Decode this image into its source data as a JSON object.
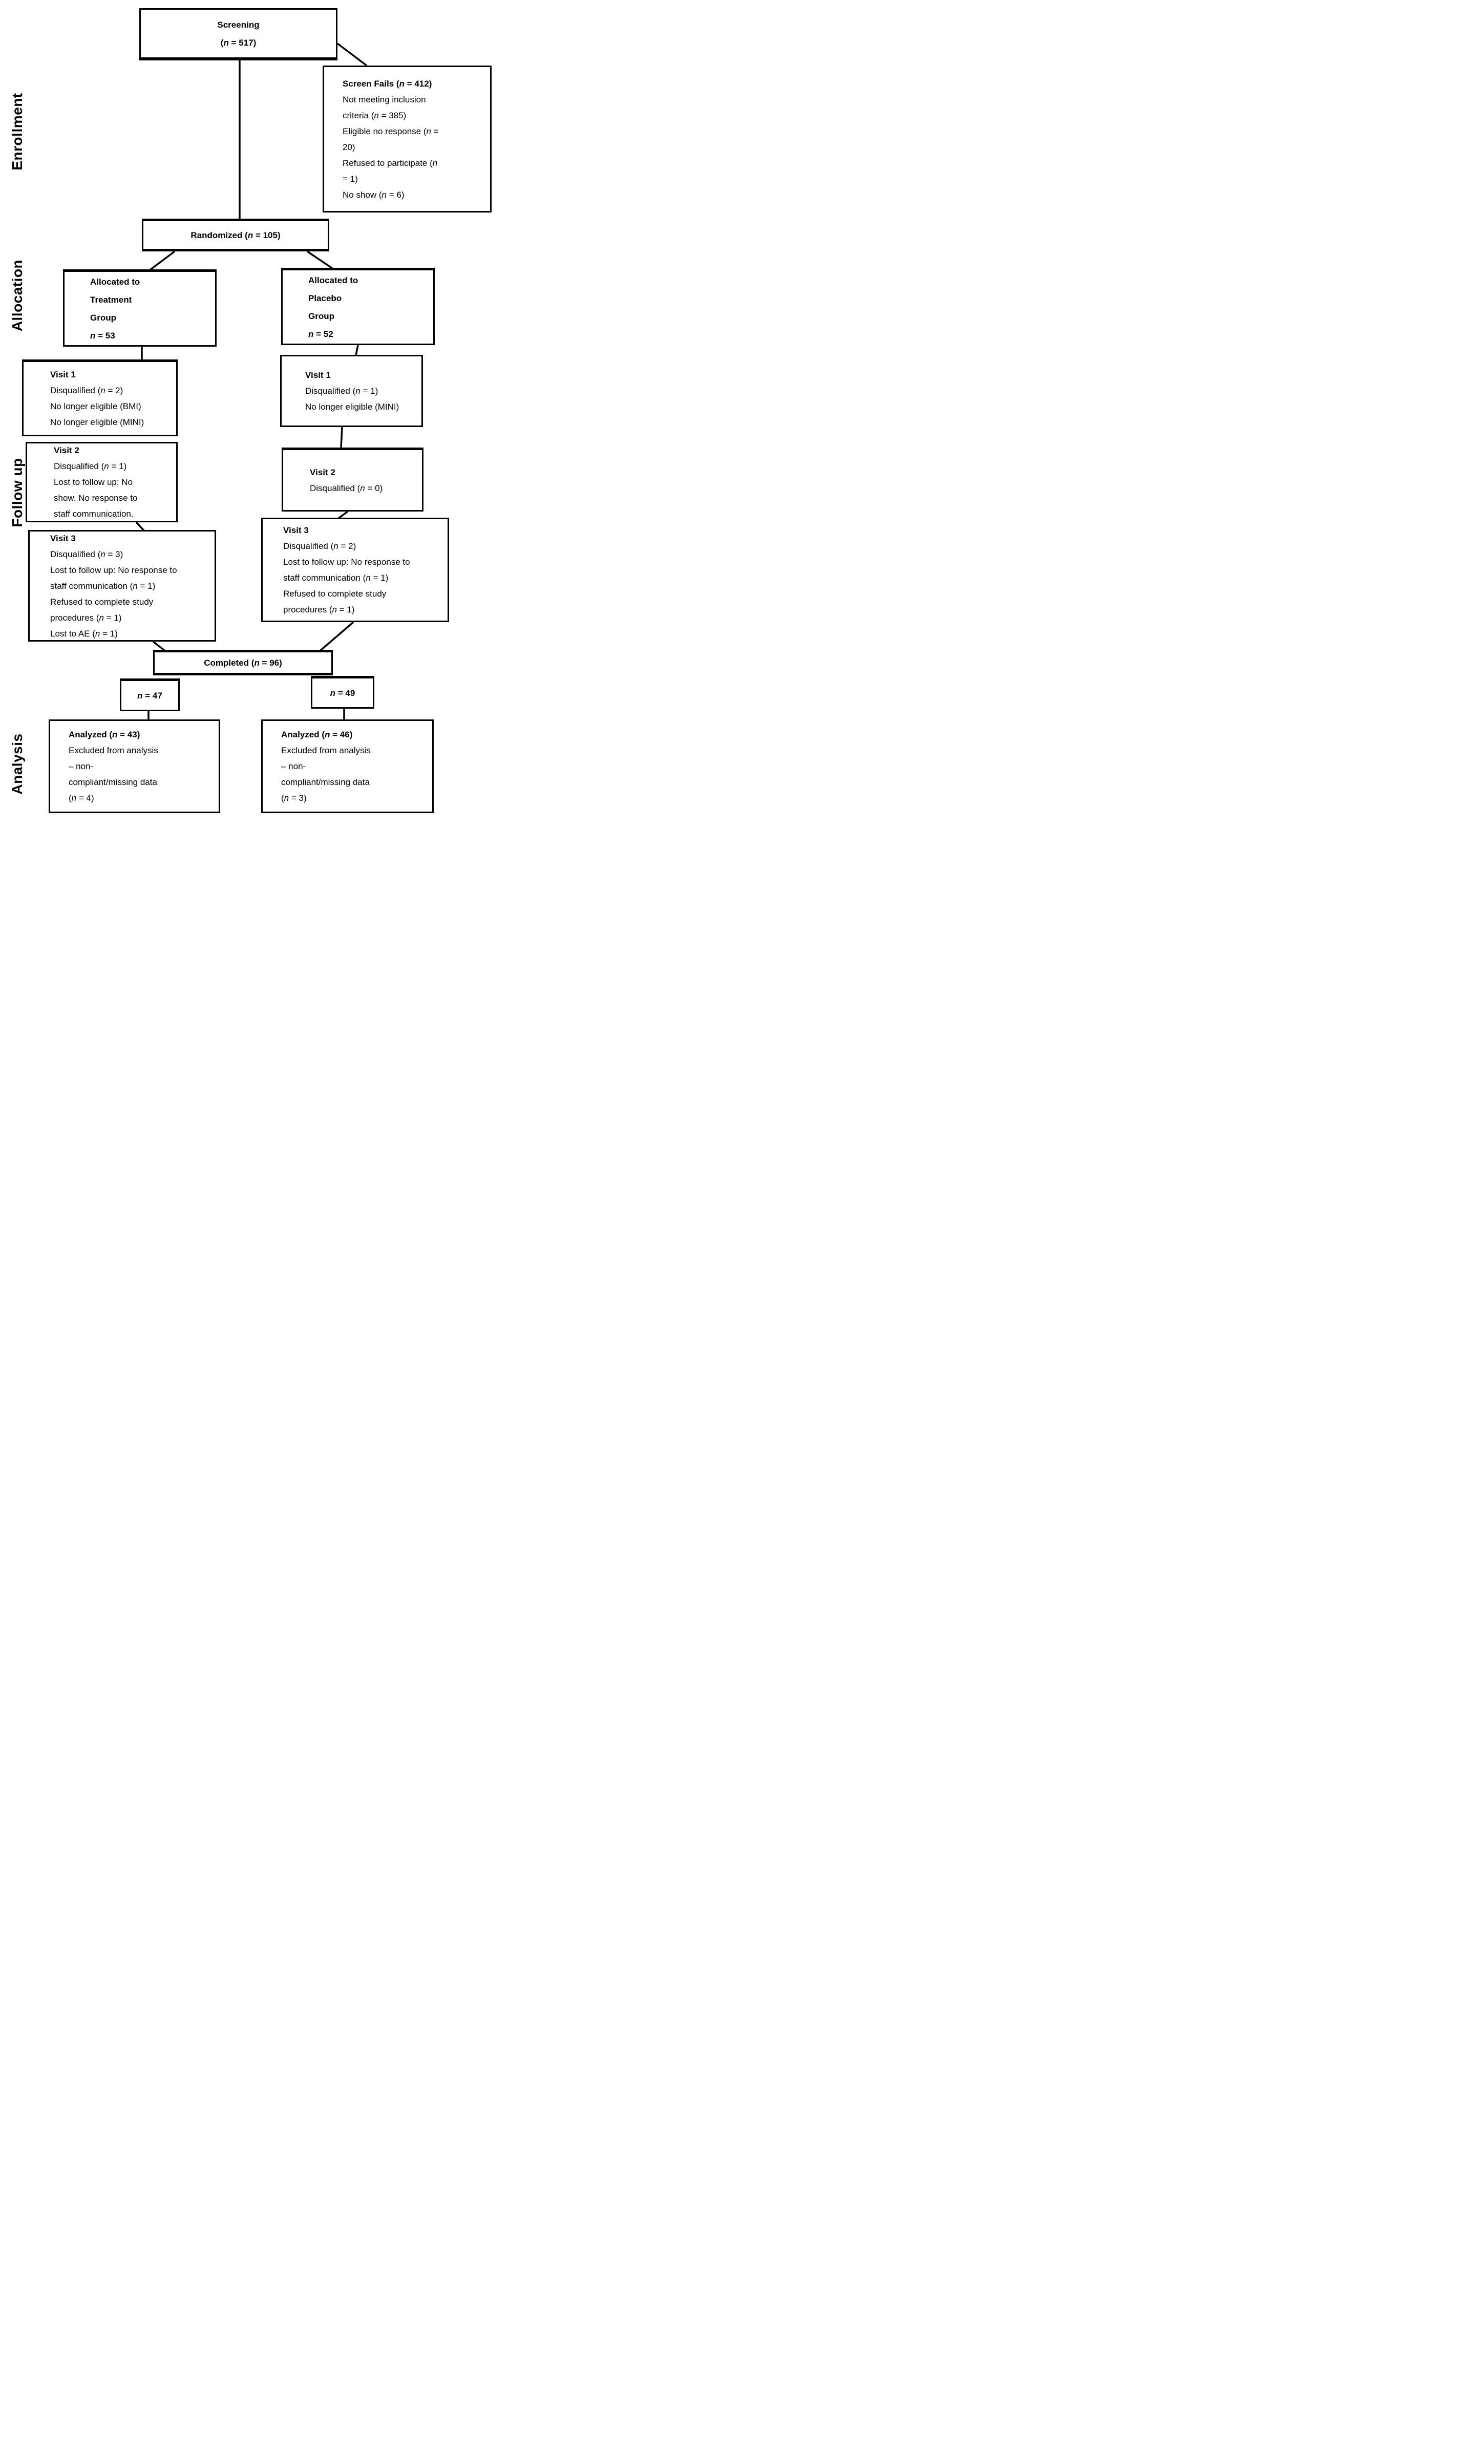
{
  "figure": {
    "type": "consort-flow-diagram",
    "background": "#ffffff",
    "box_border_color": "#000000",
    "text_color": "#000000"
  },
  "stage_labels": {
    "enrollment": "Enrollment",
    "allocation": "Allocation",
    "followup": "Follow up",
    "analysis": "Analysis"
  },
  "boxes": {
    "screening": {
      "lines": [
        {
          "t": "Screening",
          "b": true
        },
        {
          "t": "(n = 517)",
          "b": true
        }
      ]
    },
    "screen_fails": {
      "lines": [
        {
          "t": "Screen Fails (n = 412)",
          "b": true
        },
        {
          "t": "Not meeting inclusion"
        },
        {
          "t": "criteria (n = 385)"
        },
        {
          "t": "Eligible no response (n ="
        },
        {
          "t": "20)"
        },
        {
          "t": "Refused to participate (n"
        },
        {
          "t": "= 1)"
        },
        {
          "t": "No show (n = 6)"
        }
      ]
    },
    "randomized": {
      "lines": [
        {
          "t": "Randomized (n = 105)",
          "b": true
        }
      ]
    },
    "alloc_treatment": {
      "lines": [
        {
          "t": "Allocated to",
          "b": true
        },
        {
          "t": "Treatment",
          "b": true
        },
        {
          "t": "Group",
          "b": true
        },
        {
          "t": "n = 53",
          "b": true
        }
      ]
    },
    "alloc_placebo": {
      "lines": [
        {
          "t": "Allocated to",
          "b": true
        },
        {
          "t": "Placebo",
          "b": true
        },
        {
          "t": "Group",
          "b": true
        },
        {
          "t": "n = 52",
          "b": true
        }
      ]
    },
    "visit1_treatment": {
      "lines": [
        {
          "t": "Visit 1",
          "b": true
        },
        {
          "t": "Disqualified (n = 2)"
        },
        {
          "t": "No longer eligible (BMI)"
        },
        {
          "t": "No longer eligible (MINI)"
        }
      ]
    },
    "visit1_placebo": {
      "lines": [
        {
          "t": "Visit 1",
          "b": true
        },
        {
          "t": "Disqualified (n = 1)"
        },
        {
          "t": "No longer eligible (MINI)"
        }
      ]
    },
    "visit2_treatment": {
      "lines": [
        {
          "t": "Visit 2",
          "b": true
        },
        {
          "t": "Disqualified (n = 1)"
        },
        {
          "t": "Lost to follow up: No"
        },
        {
          "t": "show. No response to"
        },
        {
          "t": "staff communication."
        }
      ]
    },
    "visit2_placebo": {
      "lines": [
        {
          "t": "Visit 2",
          "b": true
        },
        {
          "t": "Disqualified (n = 0)"
        }
      ]
    },
    "visit3_treatment": {
      "lines": [
        {
          "t": "Visit 3",
          "b": true
        },
        {
          "t": "Disqualified (n = 3)"
        },
        {
          "t": "Lost to follow up: No response to"
        },
        {
          "t": "staff communication (n = 1)"
        },
        {
          "t": "Refused to complete study"
        },
        {
          "t": "procedures (n = 1)"
        },
        {
          "t": "Lost to AE (n = 1)"
        }
      ]
    },
    "visit3_placebo": {
      "lines": [
        {
          "t": "Visit 3",
          "b": true
        },
        {
          "t": "Disqualified (n = 2)"
        },
        {
          "t": "Lost to follow up: No response to"
        },
        {
          "t": "staff communication (n = 1)"
        },
        {
          "t": "Refused to complete study"
        },
        {
          "t": "procedures (n = 1)"
        }
      ]
    },
    "completed": {
      "lines": [
        {
          "t": "Completed (n = 96)",
          "b": true
        }
      ]
    },
    "n47": {
      "lines": [
        {
          "t": "n = 47",
          "b": true
        }
      ]
    },
    "n49": {
      "lines": [
        {
          "t": "n = 49",
          "b": true
        }
      ]
    },
    "analyzed_treatment": {
      "lines": [
        {
          "t": "Analyzed (n = 43)",
          "b": true
        },
        {
          "t": "Excluded from analysis"
        },
        {
          "t": "– non-"
        },
        {
          "t": "compliant/missing data"
        },
        {
          "t": "(n = 4)"
        }
      ]
    },
    "analyzed_placebo": {
      "lines": [
        {
          "t": "Analyzed (n = 46)",
          "b": true
        },
        {
          "t": "Excluded from analysis"
        },
        {
          "t": "– non-"
        },
        {
          "t": "compliant/missing data"
        },
        {
          "t": "(n = 3)"
        }
      ]
    }
  }
}
